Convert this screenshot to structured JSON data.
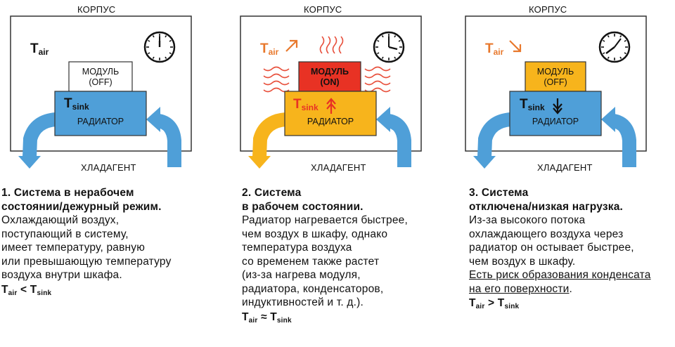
{
  "panels": [
    {
      "case_label": "КОРПУС",
      "coolant_label": "ХЛАДАГЕНТ",
      "tair": {
        "t": "T",
        "sub": "air"
      },
      "tsink": {
        "t": "T",
        "sub": "sink"
      },
      "module": {
        "line1": "МОДУЛЬ",
        "line2": "(OFF)"
      },
      "radiator": "РАДИАТОР",
      "text": {
        "head1": "1. Система в нерабочем",
        "head2": "состоянии/дежурный режим.",
        "body": [
          "Охлаждающий воздух,",
          "поступающий в систему,",
          "имеет температуру, равную",
          "или превышающую температуру",
          "воздуха внутри шкафа."
        ],
        "formula": {
          "a": "T",
          "a_sub": "air",
          "op": " < ",
          "b": "T",
          "b_sub": "sink"
        }
      }
    },
    {
      "case_label": "КОРПУС",
      "coolant_label": "ХЛАДАГЕНТ",
      "tair": {
        "t": "T",
        "sub": "air"
      },
      "tsink": {
        "t": "T",
        "sub": "sink"
      },
      "module": {
        "line1": "МОДУЛЬ",
        "line2": "(ON)"
      },
      "radiator": "РАДИАТОР",
      "text": {
        "head1": "2. Система",
        "head2": "в рабочем состоянии.",
        "body": [
          "Радиатор нагревается быстрее,",
          "чем воздух в шкафу, однако",
          "температура воздуха",
          "со временем также растет",
          "(из-за нагрева модуля,",
          "радиатора, конденсаторов,",
          "индуктивностей и т. д.)."
        ],
        "formula": {
          "a": "T",
          "a_sub": "air",
          "op": " ≈ ",
          "b": "T",
          "b_sub": "sink"
        }
      }
    },
    {
      "case_label": "КОРПУС",
      "coolant_label": "ХЛАДАГЕНТ",
      "tair": {
        "t": "T",
        "sub": "air"
      },
      "tsink": {
        "t": "T",
        "sub": "sink"
      },
      "module": {
        "line1": "МОДУЛЬ",
        "line2": "(OFF)"
      },
      "radiator": "РАДИАТОР",
      "text": {
        "head1": "3. Система",
        "head2": "отключена/низкая нагрузка.",
        "body": [
          "Из-за высокого потока",
          "охлаждающего воздуха через",
          "радиатор он остывает быстрее,",
          "чем воздух в шкафу."
        ],
        "warn": [
          "Есть риск образования конденсата",
          "на его поверхности"
        ],
        "warn_tail": ".",
        "formula": {
          "a": "T",
          "a_sub": "air",
          "op": " > ",
          "b": "T",
          "b_sub": "sink"
        }
      }
    }
  ],
  "colors": {
    "radiator_cold": "#4f9fd8",
    "radiator_hot": "#f7b41c",
    "module_on": "#e83224",
    "module_off_warm": "#f7b41c",
    "heat_waves": "#e8503c",
    "arrow_up": "#e83224",
    "tair_orange": "#e8782c"
  }
}
